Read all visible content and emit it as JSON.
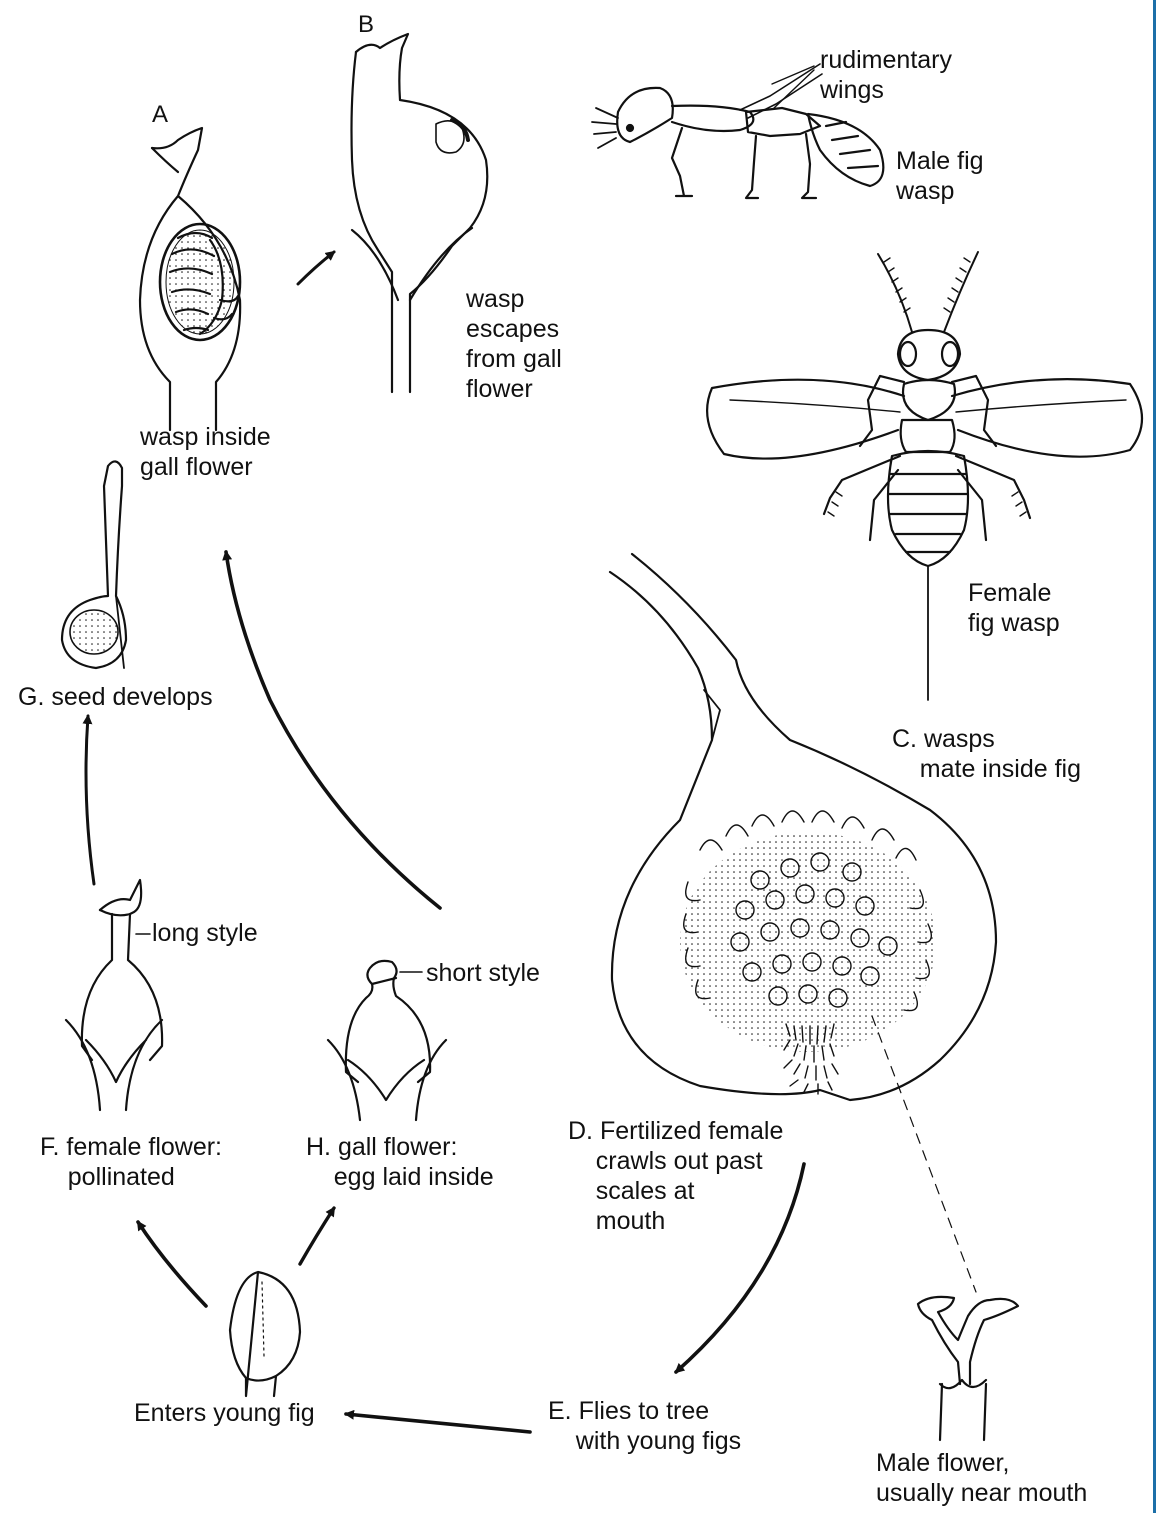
{
  "labels": {
    "a": "A",
    "b": "B",
    "wasp_inside_gall": "wasp inside\ngall flower",
    "wasp_escapes": "wasp\nescapes\nfrom gall\nflower",
    "rudimentary_wings": "rudimentary\nwings",
    "male_fig_wasp": "Male fig\nwasp",
    "female_fig_wasp": "Female\nfig wasp",
    "c_wasps_mate": "C. wasps\n    mate inside fig",
    "g_seed_develops": "G. seed develops",
    "long_style": "long style",
    "short_style": "short style",
    "f_female_flower": "F. female flower:\n    pollinated",
    "h_gall_flower": "H. gall flower:\n    egg laid inside",
    "d_fertilized_female": "D. Fertilized female\n    crawls out past\n    scales at\n    mouth",
    "enters_young_fig": "Enters young fig",
    "e_flies_to_tree": "E. Flies to tree\n    with young figs",
    "male_flower": "Male flower,\nusually near mouth"
  },
  "colors": {
    "ink": "#111111",
    "edge": "#1c6fa8"
  }
}
